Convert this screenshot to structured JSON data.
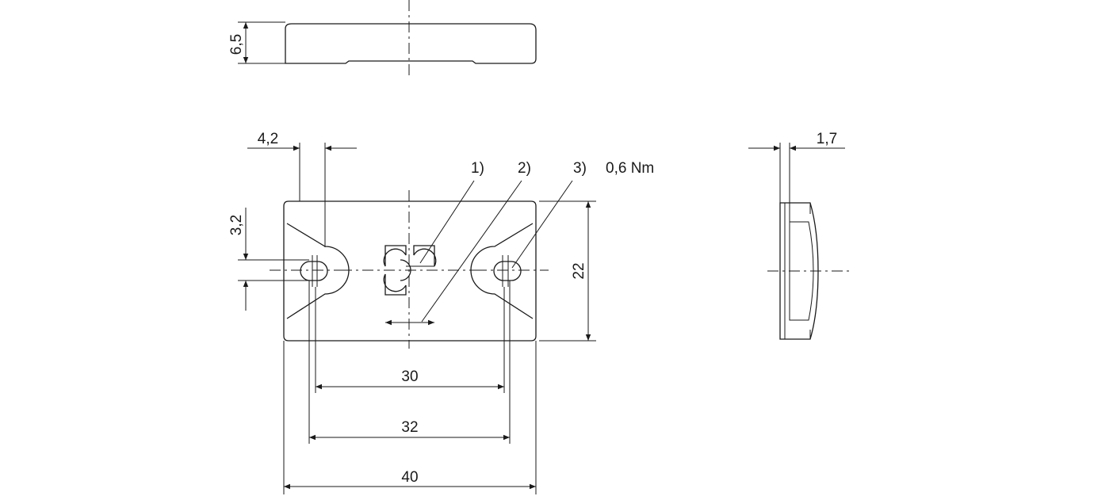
{
  "dimensions": {
    "thickness": "6,5",
    "hole_width": "4,2",
    "hole_height": "3,2",
    "height": "22",
    "hole_spacing_inner": "30",
    "hole_spacing_outer": "32",
    "width": "40",
    "edge_thickness": "1,7"
  },
  "callouts": {
    "c1": "1)",
    "c2": "2)",
    "c3": "3)",
    "torque": "0,6 Nm"
  }
}
